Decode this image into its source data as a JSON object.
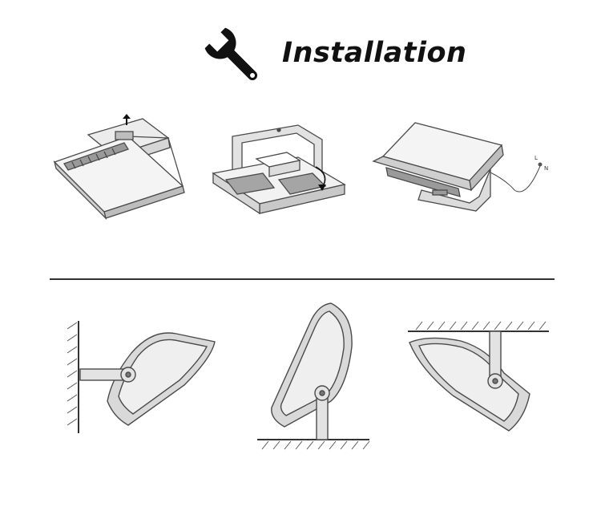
{
  "header": {
    "title": "Installation",
    "icon": "wrench-icon"
  },
  "wiring_labels": {
    "live": "L",
    "neutral": "N"
  },
  "colors": {
    "stroke": "#4a4a4a",
    "fill_light": "#ececec",
    "fill_mid": "#d6d6d6",
    "fill_dark": "#9a9a9a",
    "icon": "#111111"
  },
  "steps": [
    {
      "id": "step-1",
      "icon": "remove-cover-diagram"
    },
    {
      "id": "step-2",
      "icon": "driver-box-diagram"
    },
    {
      "id": "step-3",
      "icon": "wiring-diagram"
    }
  ],
  "mounting": [
    {
      "id": "wall-mount",
      "icon": "wall-mount-diagram"
    },
    {
      "id": "floor-mount",
      "icon": "floor-mount-diagram"
    },
    {
      "id": "ceiling-mount",
      "icon": "ceiling-mount-diagram"
    }
  ]
}
